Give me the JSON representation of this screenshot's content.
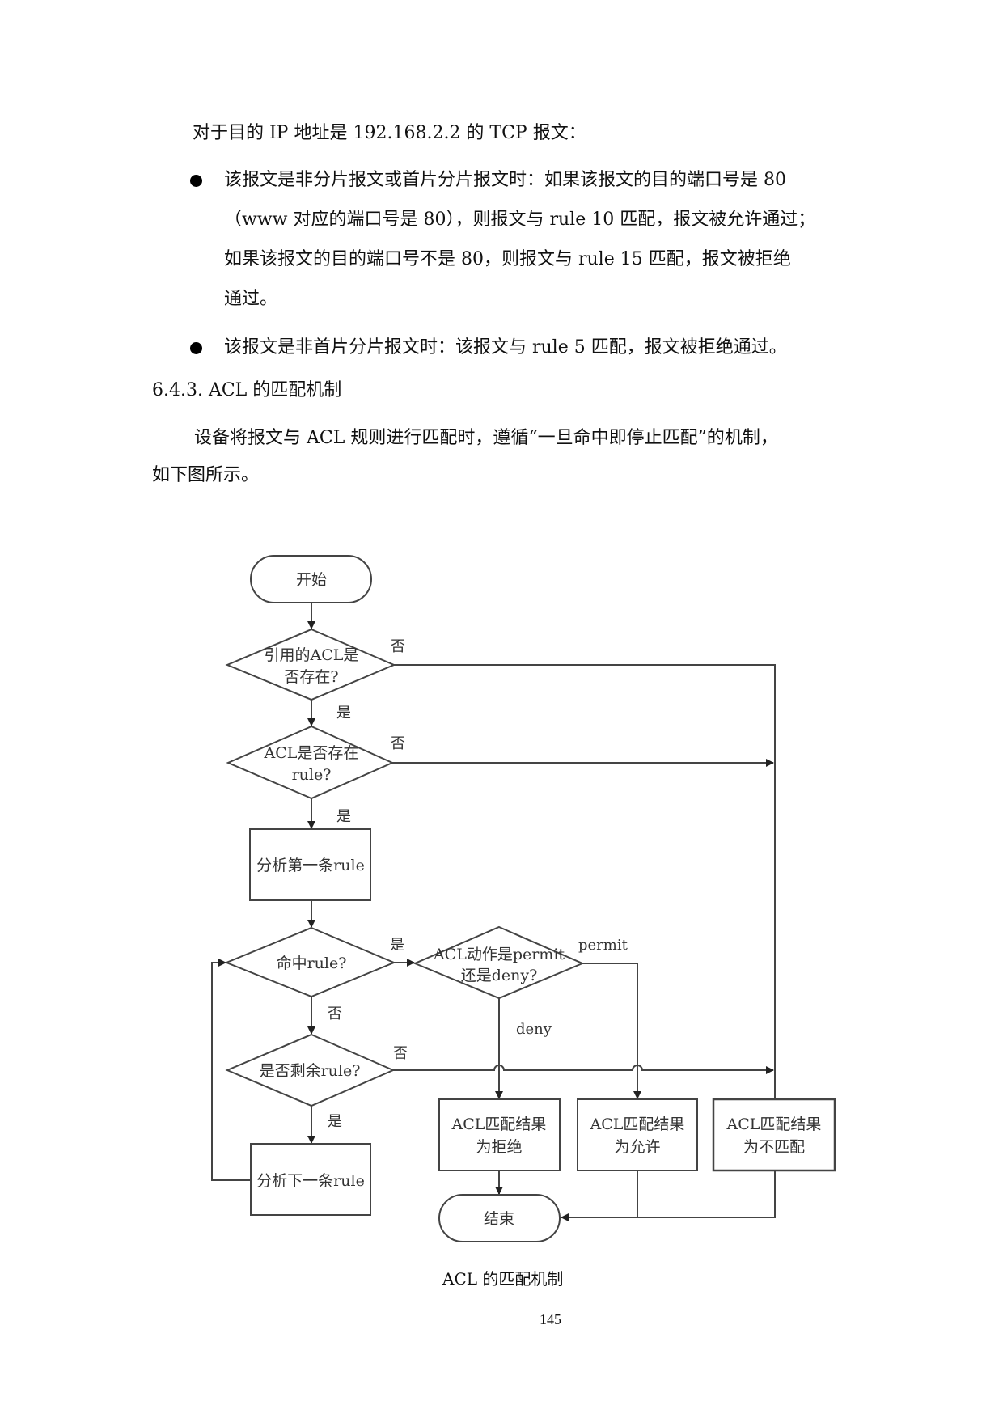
{
  "document": {
    "intro": "对于目的 IP 地址是 192.168.2.2 的 TCP 报文：",
    "bullets": [
      {
        "lines": [
          "该报文是非分片报文或首片分片报文时：如果该报文的目的端口号是 80",
          "（www 对应的端口号是 80），则报文与 rule 10 匹配，报文被允许通过；",
          "如果该报文的目的端口号不是 80，则报文与 rule 15 匹配，报文被拒绝",
          "通过。"
        ]
      },
      {
        "lines": [
          "该报文是非首片分片报文时：该报文与 rule 5 匹配，报文被拒绝通过。"
        ]
      }
    ],
    "section_heading": "6.4.3.  ACL 的匹配机制",
    "paragraph": [
      "设备将报文与 ACL 规则进行匹配时，遵循“一旦命中即停止匹配”的机制，",
      "如下图所示。"
    ],
    "figure_caption": "ACL 的匹配机制",
    "page_number": "145"
  },
  "flowchart": {
    "nodes": {
      "start": "开始",
      "acl_exists": [
        "引用的ACL是",
        "否存在?"
      ],
      "rule_exists": [
        "ACL是否存在",
        "rule?"
      ],
      "analyze_first": "分析第一条rule",
      "hit_rule": "命中rule?",
      "action": [
        "ACL动作是permit",
        "还是deny?"
      ],
      "rules_left": "是否剩余rule?",
      "analyze_next": "分析下一条rule",
      "result_deny": [
        "ACL匹配结果",
        "为拒绝"
      ],
      "result_permit": [
        "ACL匹配结果",
        "为允许"
      ],
      "result_nomatch": [
        "ACL匹配结果",
        "为不匹配"
      ],
      "end": "结束"
    },
    "edge_labels": {
      "yes": "是",
      "no": "否",
      "permit": "permit",
      "deny": "deny"
    }
  }
}
